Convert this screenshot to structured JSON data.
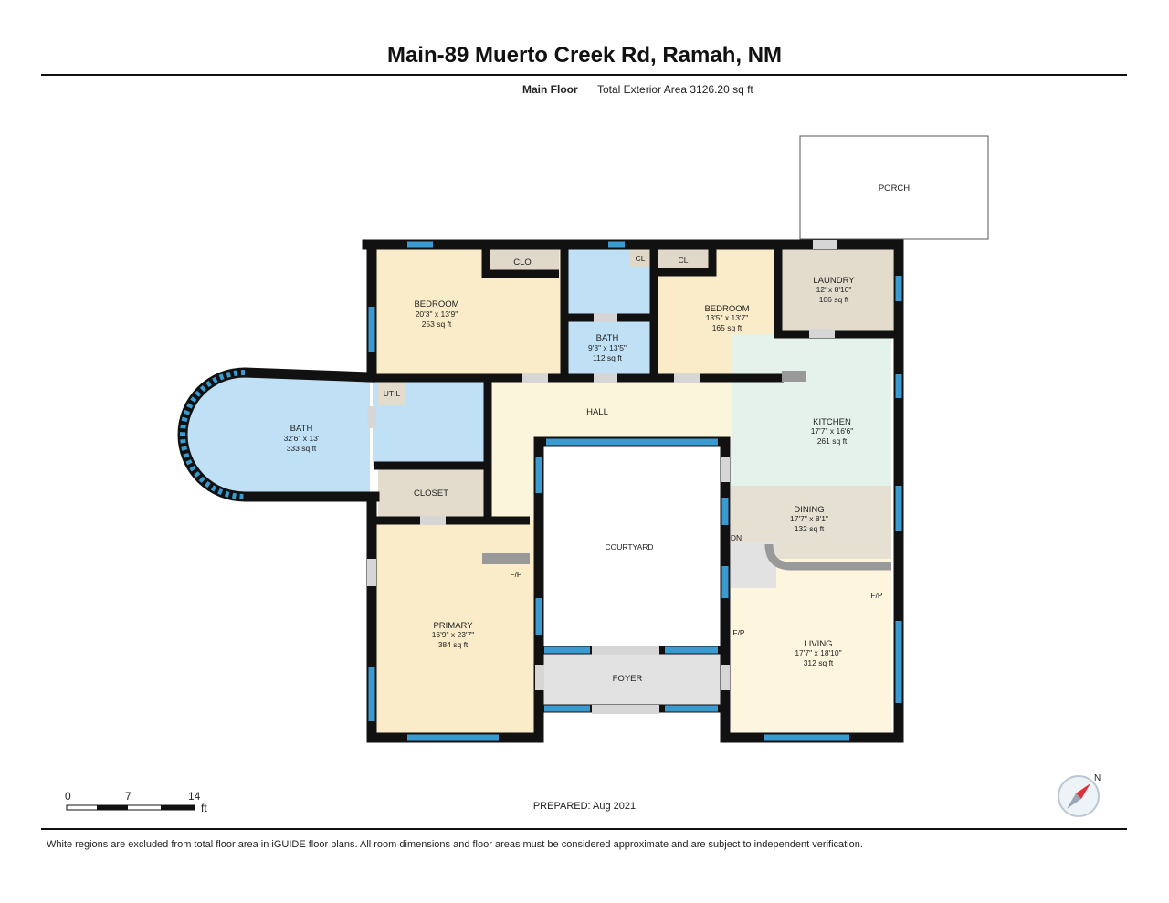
{
  "header": {
    "title": "Main-89 Muerto Creek Rd, Ramah, NM",
    "floor_label": "Main Floor",
    "area_text": "Total Exterior Area 3126.20 sq ft"
  },
  "rooms": {
    "porch": {
      "name": "PORCH"
    },
    "bedroom1": {
      "name": "BEDROOM",
      "dims": "20'3\" x 13'9\"",
      "area": "253 sq ft"
    },
    "clo": {
      "name": "CLO"
    },
    "cl1": {
      "name": "CL"
    },
    "cl2": {
      "name": "CL"
    },
    "bath_small": {
      "name": "BATH",
      "dims": "9'3\" x 13'5\"",
      "area": "112 sq ft"
    },
    "bedroom2": {
      "name": "BEDROOM",
      "dims": "13'5\" x 13'7\"",
      "area": "165 sq ft"
    },
    "laundry": {
      "name": "LAUNDRY",
      "dims": "12' x 8'10\"",
      "area": "106 sq ft"
    },
    "util": {
      "name": "UTIL"
    },
    "hall": {
      "name": "HALL"
    },
    "kitchen": {
      "name": "KITCHEN",
      "dims": "17'7\" x 16'6\"",
      "area": "261 sq ft"
    },
    "bath_large": {
      "name": "BATH",
      "dims": "32'6\" x 13'",
      "area": "333 sq ft"
    },
    "closet": {
      "name": "CLOSET"
    },
    "courtyard": {
      "name": "COURTYARD"
    },
    "dining": {
      "name": "DINING",
      "dims": "17'7\" x 8'1\"",
      "area": "132 sq ft"
    },
    "primary": {
      "name": "PRIMARY",
      "dims": "16'9\" x 23'7\"",
      "area": "384 sq ft"
    },
    "living": {
      "name": "LIVING",
      "dims": "17'7\" x 18'10\"",
      "area": "312 sq ft"
    },
    "foyer": {
      "name": "FOYER"
    }
  },
  "annotations": {
    "fp": "F/P",
    "dn": "DN"
  },
  "scale": {
    "ticks": [
      "0",
      "7",
      "14"
    ],
    "unit": "ft"
  },
  "prepared": "PREPARED: Aug 2021",
  "compass": {
    "label": "N"
  },
  "footer": "White regions are excluded from total floor area in iGUIDE floor plans. All room dimensions and floor areas must be considered approximate and are subject to independent verification.",
  "colors": {
    "wall": "#111111",
    "window": "#3a9bd0",
    "bedroom": "#faecc8",
    "bath": "#bfe0f5",
    "utility": "#e3dccd",
    "kitchen": "#e5f2ec"
  }
}
